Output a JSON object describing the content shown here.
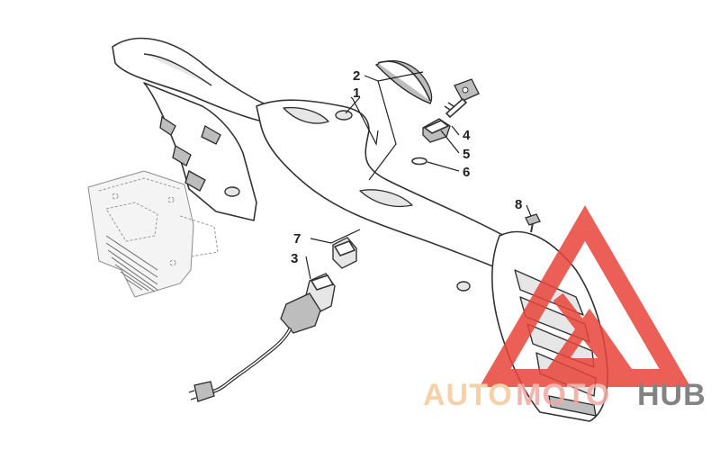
{
  "diagram": {
    "callouts": [
      {
        "id": "1",
        "label": "1"
      },
      {
        "id": "2",
        "label": "2"
      },
      {
        "id": "3",
        "label": "3"
      },
      {
        "id": "4",
        "label": "4"
      },
      {
        "id": "5",
        "label": "5"
      },
      {
        "id": "6",
        "label": "6"
      },
      {
        "id": "7",
        "label": "7"
      },
      {
        "id": "8",
        "label": "8"
      }
    ]
  },
  "watermark": {
    "text_auto": "AUTO",
    "text_moto": "MOTO",
    "text_hub": "HUB",
    "colors": {
      "auto": "#f6c89a",
      "moto": "#f2a7a0",
      "hub": "#6e6e6e",
      "triangle": "#e8443a"
    }
  }
}
